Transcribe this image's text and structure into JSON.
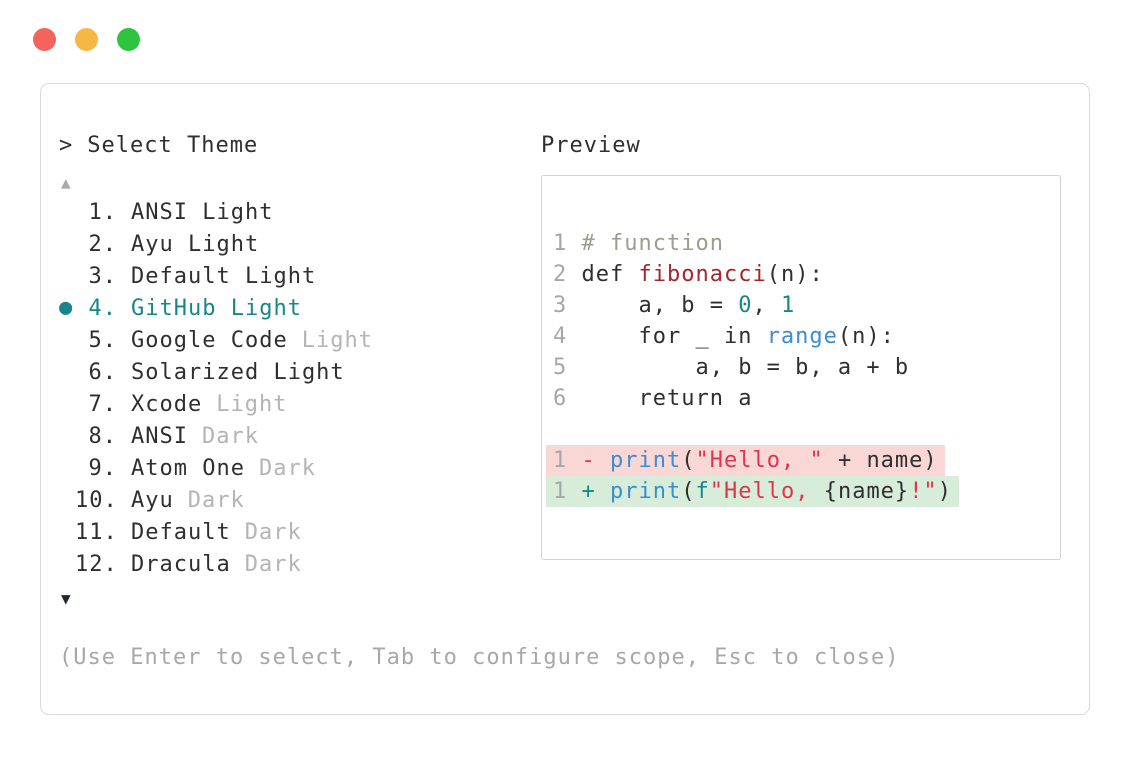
{
  "window": {
    "controls": [
      "close",
      "minimize",
      "maximize"
    ]
  },
  "colors": {
    "accent_teal": "#17858b",
    "keyword_blue": "#3b8dd3",
    "string_red": "#e0344f",
    "function_red": "#a4262c",
    "comment_gray": "#9a9e8c",
    "muted_gray": "#b4b4b4",
    "diff_removed_bg": "#f8d7d4",
    "diff_added_bg": "#d8ecda",
    "traffic_red": "#f4635e",
    "traffic_yellow": "#f6b844",
    "traffic_green": "#2fc440"
  },
  "selector": {
    "prompt": ">",
    "title": "Select Theme",
    "scroll_up_glyph": "▲",
    "scroll_down_glyph": "▼",
    "selected_bullet": "●",
    "items": [
      {
        "num": "1.",
        "text": "ANSI Light",
        "muted": "",
        "selected": false
      },
      {
        "num": "2.",
        "text": "Ayu Light",
        "muted": "",
        "selected": false
      },
      {
        "num": "3.",
        "text": "Default Light",
        "muted": "",
        "selected": false
      },
      {
        "num": "4.",
        "text": "GitHub Light",
        "muted": "",
        "selected": true
      },
      {
        "num": "5.",
        "text": "Google Code",
        "muted": "Light",
        "selected": false
      },
      {
        "num": "6.",
        "text": "Solarized Light",
        "muted": "",
        "selected": false
      },
      {
        "num": "7.",
        "text": "Xcode",
        "muted": "Light",
        "selected": false
      },
      {
        "num": "8.",
        "text": "ANSI",
        "muted": "Dark",
        "selected": false
      },
      {
        "num": "9.",
        "text": "Atom One",
        "muted": "Dark",
        "selected": false
      },
      {
        "num": "10.",
        "text": "Ayu",
        "muted": "Dark",
        "selected": false
      },
      {
        "num": "11.",
        "text": "Default",
        "muted": "Dark",
        "selected": false
      },
      {
        "num": "12.",
        "text": "Dracula",
        "muted": "Dark",
        "selected": false
      }
    ]
  },
  "preview": {
    "title": "Preview",
    "lines": [
      {
        "kind": "code",
        "tokens": [
          {
            "t": "1",
            "c": "ln"
          },
          {
            "t": " ",
            "c": "d"
          },
          {
            "t": "# function",
            "c": "cm"
          }
        ]
      },
      {
        "kind": "code",
        "tokens": [
          {
            "t": "2",
            "c": "ln"
          },
          {
            "t": " def ",
            "c": "d"
          },
          {
            "t": "fibonacci",
            "c": "fn"
          },
          {
            "t": "(n):",
            "c": "d"
          }
        ]
      },
      {
        "kind": "code",
        "tokens": [
          {
            "t": "3",
            "c": "ln"
          },
          {
            "t": "     a, b = ",
            "c": "d"
          },
          {
            "t": "0",
            "c": "num"
          },
          {
            "t": ", ",
            "c": "d"
          },
          {
            "t": "1",
            "c": "num"
          }
        ]
      },
      {
        "kind": "code",
        "tokens": [
          {
            "t": "4",
            "c": "ln"
          },
          {
            "t": "     for _ in ",
            "c": "d"
          },
          {
            "t": "range",
            "c": "b"
          },
          {
            "t": "(n):",
            "c": "d"
          }
        ]
      },
      {
        "kind": "code",
        "tokens": [
          {
            "t": "5",
            "c": "ln"
          },
          {
            "t": "         a, b = b, a + b",
            "c": "d"
          }
        ]
      },
      {
        "kind": "code",
        "tokens": [
          {
            "t": "6",
            "c": "ln"
          },
          {
            "t": "     return a",
            "c": "d"
          }
        ]
      },
      {
        "kind": "blank",
        "tokens": []
      },
      {
        "kind": "del",
        "tokens": [
          {
            "t": "1",
            "c": "ln"
          },
          {
            "t": " ",
            "c": "d"
          },
          {
            "t": "-",
            "c": "s"
          },
          {
            "t": " ",
            "c": "d"
          },
          {
            "t": "print",
            "c": "b"
          },
          {
            "t": "(",
            "c": "d"
          },
          {
            "t": "\"Hello, \"",
            "c": "s"
          },
          {
            "t": " + name)",
            "c": "d"
          }
        ]
      },
      {
        "kind": "add",
        "tokens": [
          {
            "t": "1",
            "c": "ln"
          },
          {
            "t": " ",
            "c": "d"
          },
          {
            "t": "+",
            "c": "t"
          },
          {
            "t": " ",
            "c": "d"
          },
          {
            "t": "print",
            "c": "b"
          },
          {
            "t": "(",
            "c": "d"
          },
          {
            "t": "f",
            "c": "t"
          },
          {
            "t": "\"Hello, ",
            "c": "s"
          },
          {
            "t": "{name}",
            "c": "d"
          },
          {
            "t": "!\"",
            "c": "s"
          },
          {
            "t": ")",
            "c": "d"
          }
        ]
      }
    ]
  },
  "footer": {
    "hint": "(Use Enter to select, Tab to configure scope, Esc to close)"
  }
}
